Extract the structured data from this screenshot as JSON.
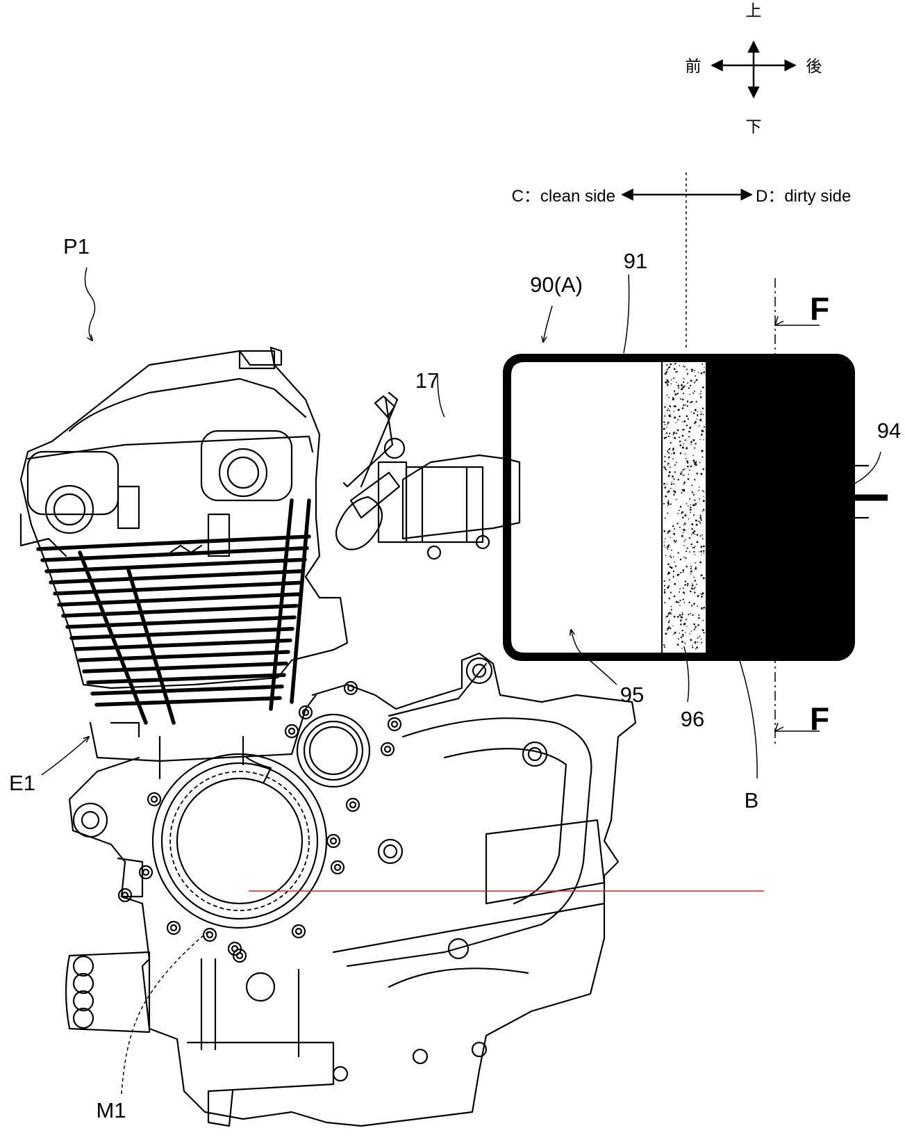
{
  "orientation": {
    "up": "上",
    "down": "下",
    "front": "前",
    "rear": "後"
  },
  "sides": {
    "clean": "C：clean side",
    "dirty": "D：dirty side"
  },
  "labels": {
    "p1": "P1",
    "e1": "E1",
    "m1": "M1",
    "n17": "17",
    "n90": "90(A)",
    "n91": "91",
    "n94": "94",
    "n95": "95",
    "n96": "96",
    "b": "B",
    "f_top": "F",
    "f_bottom": "F"
  },
  "colors": {
    "line": "#000000",
    "reference_line": "#e02020",
    "background": "#ffffff"
  }
}
